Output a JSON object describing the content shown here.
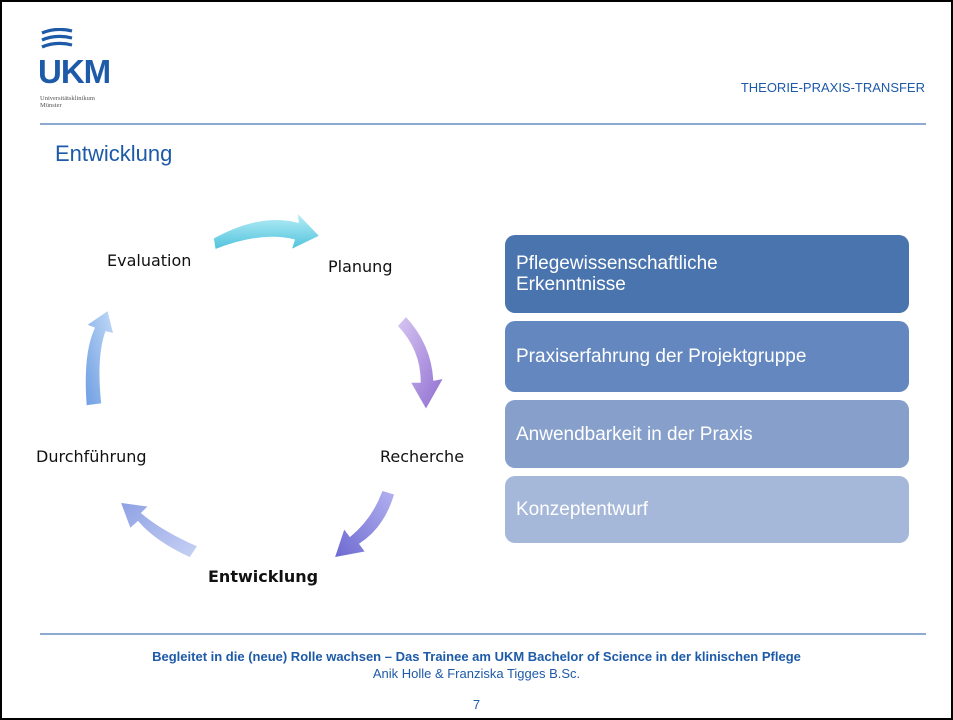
{
  "logo": {
    "text": "UKM",
    "subtitle_line1": "Universitätsklinikum",
    "subtitle_line2": "Münster"
  },
  "header": {
    "section_title": "THEORIE-PRAXIS-TRANSFER",
    "page_title": "Entwicklung"
  },
  "cycle": {
    "steps": [
      {
        "label": "Evaluation",
        "current": false
      },
      {
        "label": "Planung",
        "current": false
      },
      {
        "label": "Recherche",
        "current": false
      },
      {
        "label": "Entwicklung",
        "current": true
      },
      {
        "label": "Durchführung",
        "current": false
      }
    ]
  },
  "process_boxes": [
    {
      "label": "Pflegewissenschaftliche Erkenntnisse",
      "color": "#4a74ad"
    },
    {
      "label": "Praxiserfahrung der Projektgruppe",
      "color": "#6487bf"
    },
    {
      "label": "Anwendbarkeit in der Praxis",
      "color": "#869fcb"
    },
    {
      "label": "Konzeptentwurf",
      "color": "#a6b8d9"
    }
  ],
  "footer": {
    "title": "Begleitet in die (neue) Rolle wachsen – Das Trainee am UKM Bachelor of Science in der klinischen Pflege",
    "authors": "Anik Holle & Franziska Tigges B.Sc.",
    "page_number": "7"
  },
  "colors": {
    "brand": "#1d5aa8",
    "rule": "#8eaacf",
    "arrow_cyan": "#5cc8e0",
    "arrow_purple": "#a183d6",
    "arrow_indigo": "#7f7fd8",
    "arrow_blue": "#6f9fe0"
  }
}
